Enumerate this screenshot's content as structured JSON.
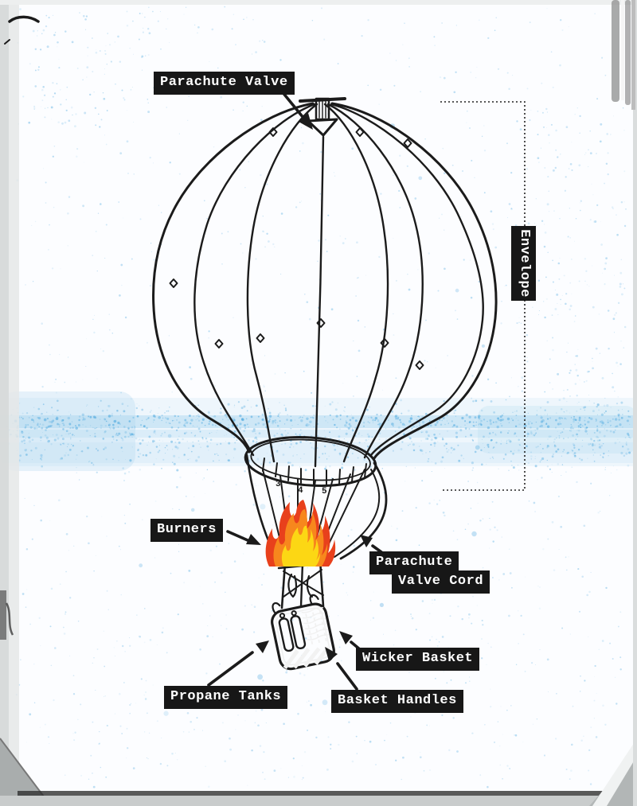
{
  "labels": {
    "parachute_valve": "Parachute Valve",
    "envelope": "Envelope",
    "burners": "Burners",
    "parachute_valve_cord": {
      "line1": "Parachute",
      "line2": "Valve Cord"
    },
    "wicker_basket": "Wicker Basket",
    "propane_tanks": "Propane Tanks",
    "basket_handles": "Basket Handles"
  },
  "skirt_scale": {
    "n1": "3",
    "n2": "4",
    "n3": "5"
  },
  "colors": {
    "paper": "#fbfdfe",
    "label_bg": "#171717",
    "label_text": "#ffffff",
    "ink": "#1b1b1b",
    "speckle_blue": "#45a5de",
    "flame_outer": "#e8401c",
    "flame_mid": "#f7871d",
    "flame_inner": "#fcd714"
  }
}
